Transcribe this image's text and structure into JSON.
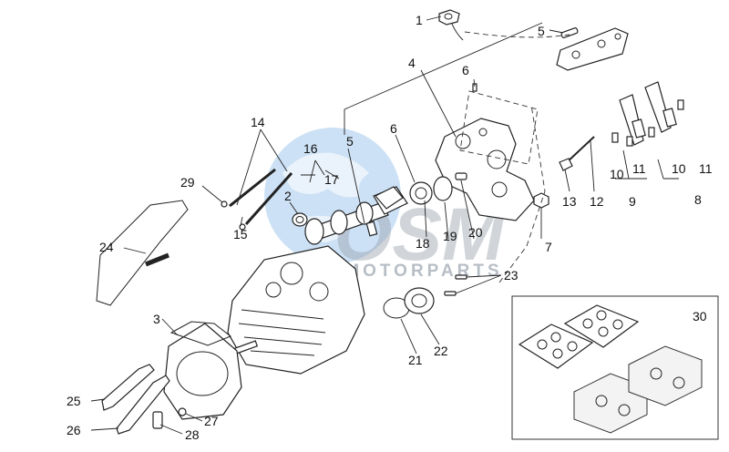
{
  "diagram": {
    "watermark": {
      "brand": "OSM",
      "subtitle": "MOTORPARTS",
      "color": "#1e7bd6"
    },
    "callouts": [
      {
        "id": "c1",
        "text": "1"
      },
      {
        "id": "c2",
        "text": "2"
      },
      {
        "id": "c3",
        "text": "3"
      },
      {
        "id": "c4",
        "text": "4"
      },
      {
        "id": "c5a",
        "text": "5"
      },
      {
        "id": "c5b",
        "text": "5"
      },
      {
        "id": "c6a",
        "text": "6"
      },
      {
        "id": "c6b",
        "text": "6"
      },
      {
        "id": "c7",
        "text": "7"
      },
      {
        "id": "c8",
        "text": "8"
      },
      {
        "id": "c9",
        "text": "9"
      },
      {
        "id": "c10a",
        "text": "10"
      },
      {
        "id": "c10b",
        "text": "10"
      },
      {
        "id": "c11a",
        "text": "11"
      },
      {
        "id": "c11b",
        "text": "11"
      },
      {
        "id": "c12",
        "text": "12"
      },
      {
        "id": "c13",
        "text": "13"
      },
      {
        "id": "c14",
        "text": "14"
      },
      {
        "id": "c15",
        "text": "15"
      },
      {
        "id": "c16",
        "text": "16"
      },
      {
        "id": "c17",
        "text": "17"
      },
      {
        "id": "c18",
        "text": "18"
      },
      {
        "id": "c19",
        "text": "19"
      },
      {
        "id": "c20",
        "text": "20"
      },
      {
        "id": "c21",
        "text": "21"
      },
      {
        "id": "c22",
        "text": "22"
      },
      {
        "id": "c23",
        "text": "23"
      },
      {
        "id": "c24",
        "text": "24"
      },
      {
        "id": "c25",
        "text": "25"
      },
      {
        "id": "c26",
        "text": "26"
      },
      {
        "id": "c27",
        "text": "27"
      },
      {
        "id": "c28",
        "text": "28"
      },
      {
        "id": "c29",
        "text": "29"
      },
      {
        "id": "c30",
        "text": "30"
      }
    ]
  }
}
